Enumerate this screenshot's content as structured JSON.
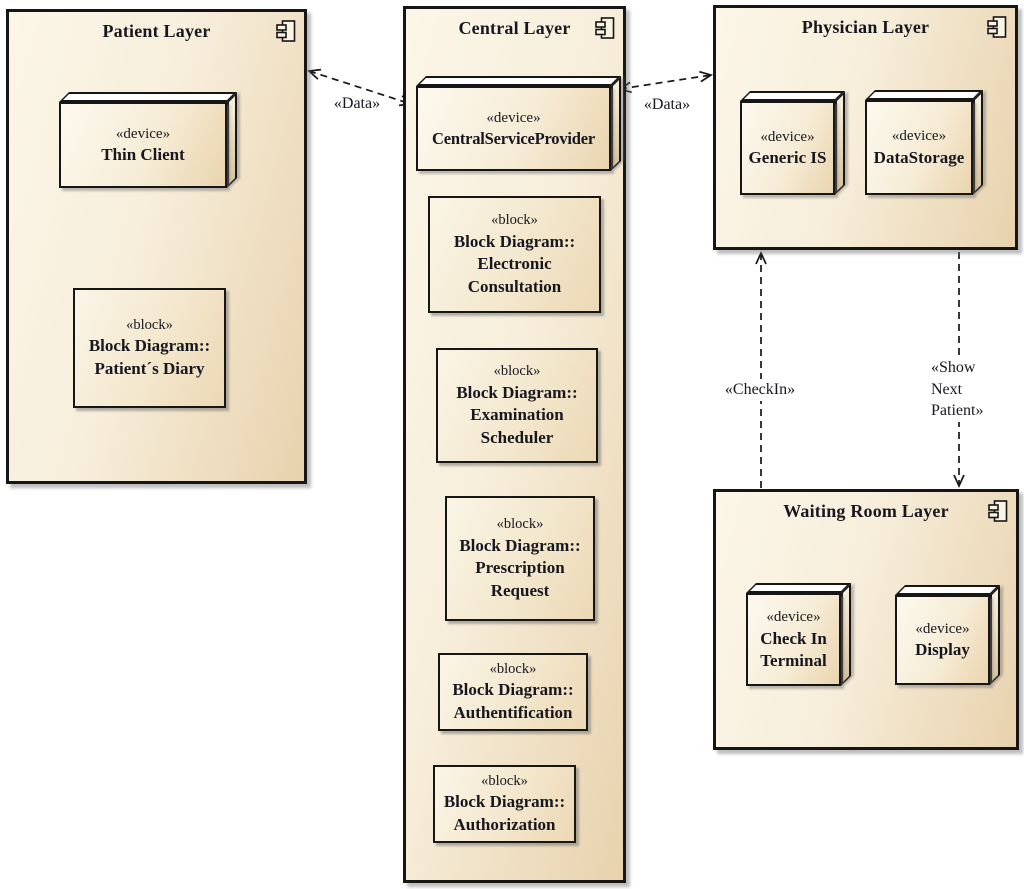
{
  "colors": {
    "background": "#ffffff",
    "fill_light": "#fcf6e8",
    "fill_dark": "#e8d2ad",
    "face_top": "#ffffff",
    "border": "#161616",
    "text": "#17171f"
  },
  "patient_layer": {
    "title": "Patient Layer",
    "thin_client": {
      "stereotype": "«device»",
      "name": "Thin Client"
    },
    "patients_diary": {
      "stereotype": "«block»",
      "line1": "Block Diagram::",
      "line2": "Patient´s Diary"
    }
  },
  "central_layer": {
    "title": "Central Layer",
    "provider": {
      "stereotype": "«device»",
      "name": "CentralServiceProvider"
    },
    "blocks": [
      {
        "stereotype": "«block»",
        "line1": "Block Diagram::",
        "line2": "Electronic",
        "line3": "Consultation"
      },
      {
        "stereotype": "«block»",
        "line1": "Block Diagram::",
        "line2": "Examination",
        "line3": "Scheduler"
      },
      {
        "stereotype": "«block»",
        "line1": "Block Diagram::",
        "line2": "Prescription",
        "line3": "Request"
      },
      {
        "stereotype": "«block»",
        "line1": "Block Diagram::",
        "line2": "Authentification"
      },
      {
        "stereotype": "«block»",
        "line1": "Block Diagram::",
        "line2": "Authorization"
      }
    ]
  },
  "physician_layer": {
    "title": "Physician Layer",
    "generic_is": {
      "stereotype": "«device»",
      "name": "Generic IS"
    },
    "data_storage": {
      "stereotype": "«device»",
      "name": "DataStorage"
    }
  },
  "waiting_layer": {
    "title": "Waiting Room Layer",
    "checkin_terminal": {
      "stereotype": "«device»",
      "line1": "Check In",
      "line2": "Terminal"
    },
    "display": {
      "stereotype": "«device»",
      "name": "Display"
    }
  },
  "connectors": {
    "data_left": {
      "label": "«Data»"
    },
    "data_right": {
      "label": "«Data»"
    },
    "checkin": {
      "label": "«CheckIn»"
    },
    "show_next": {
      "line1": "«Show",
      "line2": "Next",
      "line3": "Patient»"
    }
  }
}
